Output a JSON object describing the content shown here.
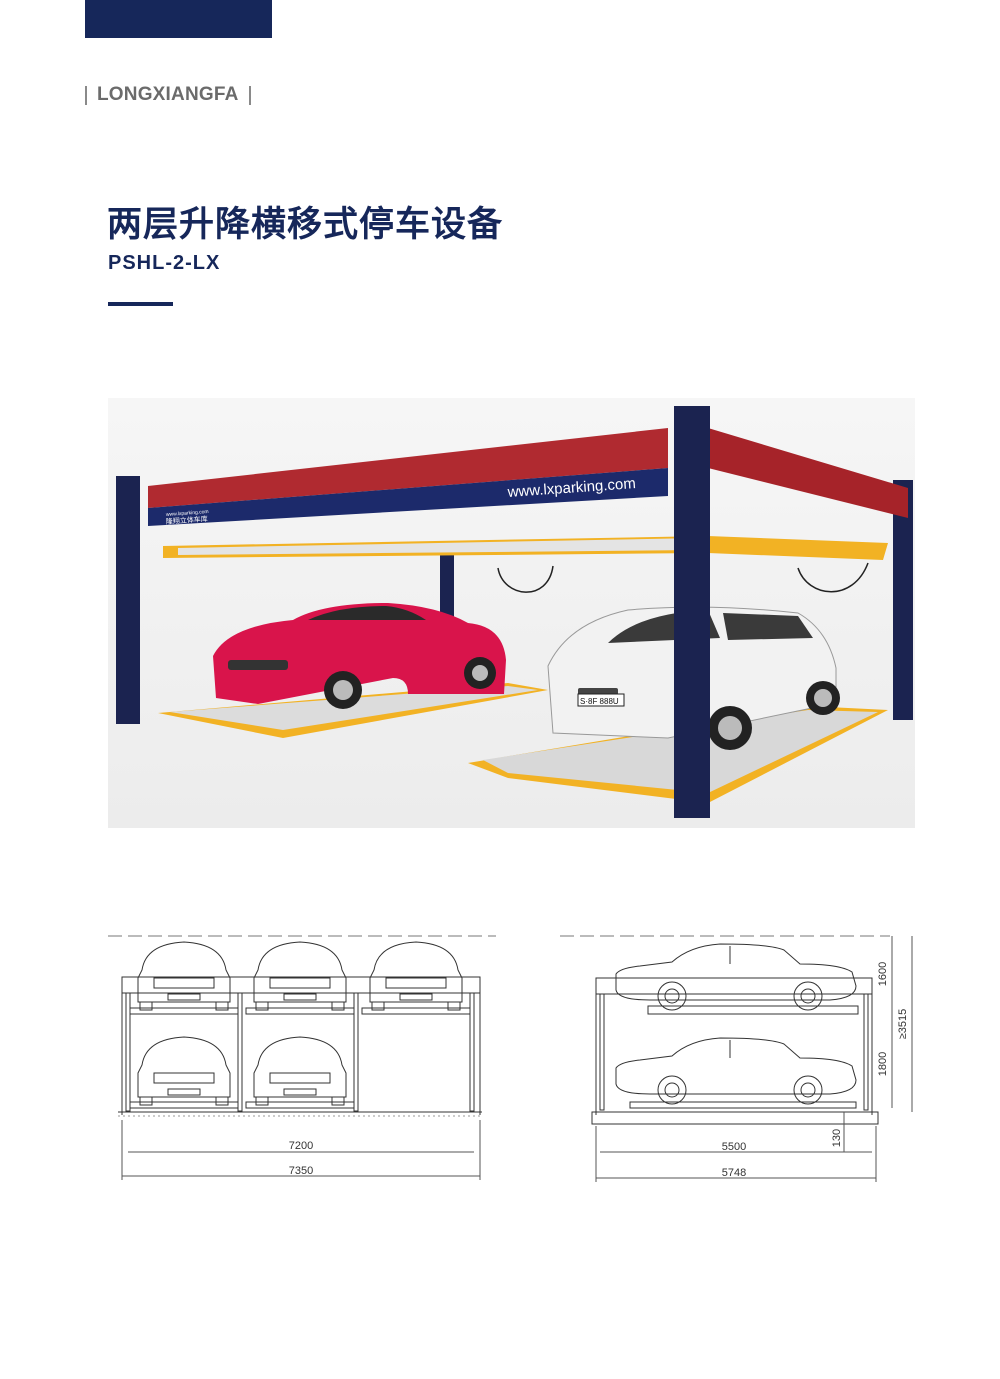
{
  "header": {
    "brand": "LONGXIANGFA"
  },
  "product": {
    "title": "两层升降横移式停车设备",
    "model": "PSHL-2-LX"
  },
  "photo": {
    "website": "www.lxparking.com",
    "sticker_url": "www.lxparking.com",
    "sticker_name": "隆翔立体车库",
    "plate_white": "S·8F 888U"
  },
  "front_drawing": {
    "dim_inner": "7200",
    "dim_outer": "7350"
  },
  "side_drawing": {
    "dim_upper": "1600",
    "dim_lower": "1800",
    "dim_total": "≥3515",
    "dim_pit": "130",
    "dim_inner": "5500",
    "dim_outer": "5748"
  },
  "colors": {
    "brand_navy": "#16275a",
    "beam_red": "#b02a30",
    "platform_yellow": "#f2b224"
  }
}
